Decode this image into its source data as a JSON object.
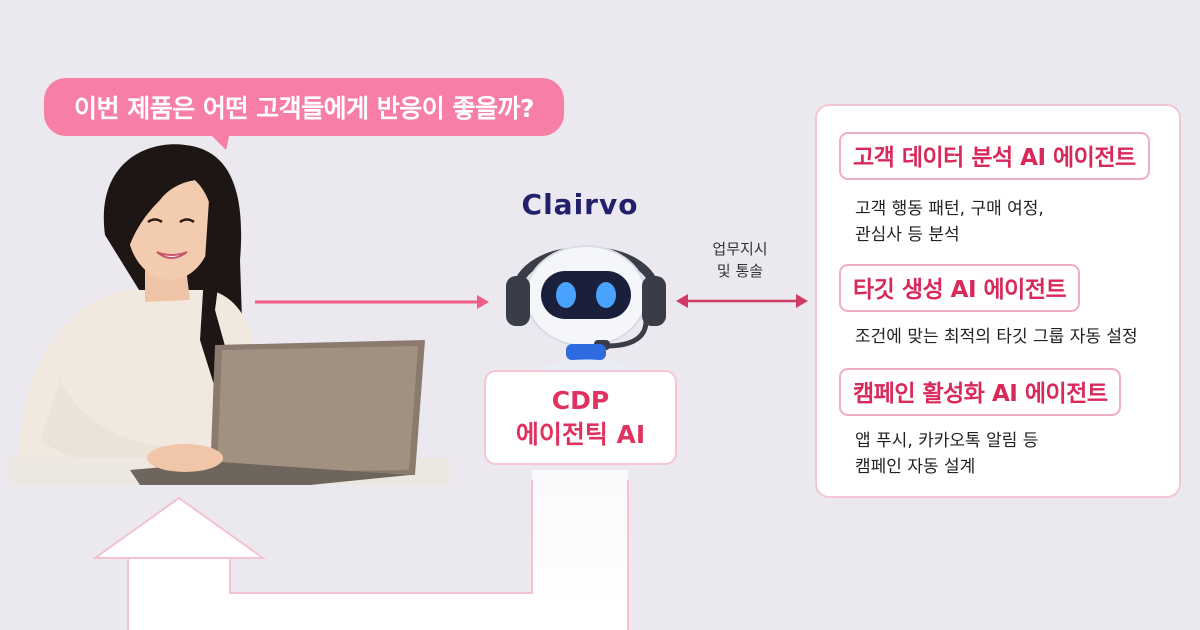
{
  "bubble": {
    "text": "이번 제품은 어떤 고객들에게 반응이 좋을까?"
  },
  "brand": {
    "name": "Clairvo"
  },
  "arrow_label": {
    "line1": "업무지시",
    "line2": "및 통솔"
  },
  "cdp": {
    "line1": "CDP",
    "line2": "에이전틱 AI"
  },
  "agents": [
    {
      "title": "고객 데이터 분석 AI 에이전트",
      "desc": [
        "고객 행동 패턴, 구매 여정,",
        "관심사 등 분석"
      ]
    },
    {
      "title": "타깃 생성 AI 에이전트",
      "desc": [
        "조건에 맞는 최적의 타깃 그룹 자동 설정"
      ]
    },
    {
      "title": "캠페인 활성화 AI 에이전트",
      "desc": [
        "앱 푸시, 카카오톡 알림 등",
        "캠페인 자동 설계"
      ]
    }
  ],
  "colors": {
    "accent": "#e0325e",
    "bubble": "#f77fa5",
    "brand": "#23206b",
    "background": "#ebe8f0"
  }
}
